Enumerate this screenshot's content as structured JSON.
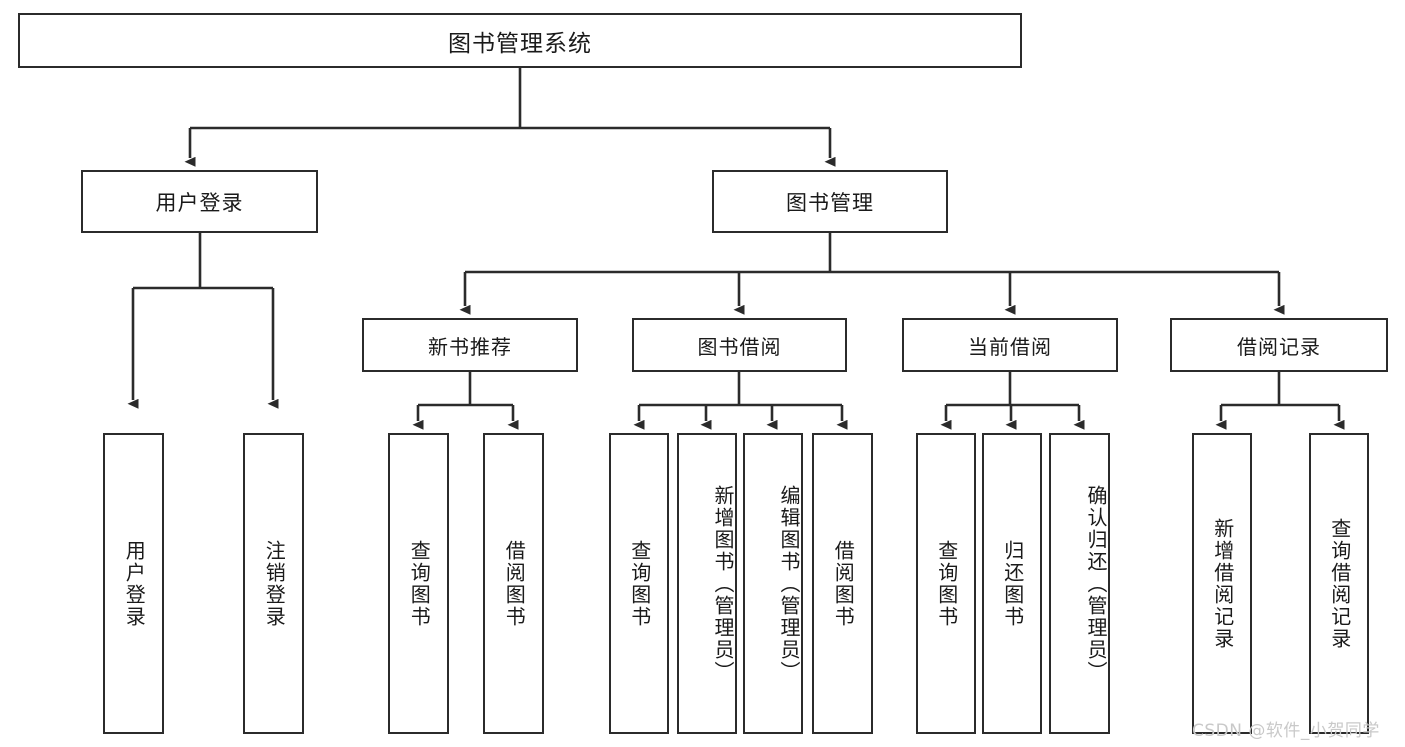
{
  "diagram": {
    "type": "hierarchy-tree",
    "title": "图书管理系统",
    "watermark": "CSDN @软件_小贺同学",
    "colors": {
      "stroke": "#2b2b2b",
      "fill": "#ffffff",
      "text": "#1a1a1a",
      "watermark": "#c9c9c9"
    },
    "root": {
      "label": "图书管理系统"
    },
    "level1": [
      {
        "label": "用户登录"
      },
      {
        "label": "图书管理"
      }
    ],
    "level2": [
      {
        "label": "新书推荐"
      },
      {
        "label": "图书借阅"
      },
      {
        "label": "当前借阅"
      },
      {
        "label": "借阅记录"
      }
    ],
    "leaves": {
      "user_login": [
        {
          "label": "用户登录"
        },
        {
          "label": "注销登录"
        }
      ],
      "new_book": [
        {
          "label": "查询图书"
        },
        {
          "label": "借阅图书"
        }
      ],
      "borrow_book": [
        {
          "label": "查询图书"
        },
        {
          "label": "新增图书（管理员）"
        },
        {
          "label": "编辑图书（管理员）"
        },
        {
          "label": "借阅图书"
        }
      ],
      "current_borrow": [
        {
          "label": "查询图书"
        },
        {
          "label": "归还图书"
        },
        {
          "label": "确认归还（管理员）"
        }
      ],
      "borrow_record": [
        {
          "label": "新增借阅记录"
        },
        {
          "label": "查询借阅记录"
        }
      ]
    }
  }
}
